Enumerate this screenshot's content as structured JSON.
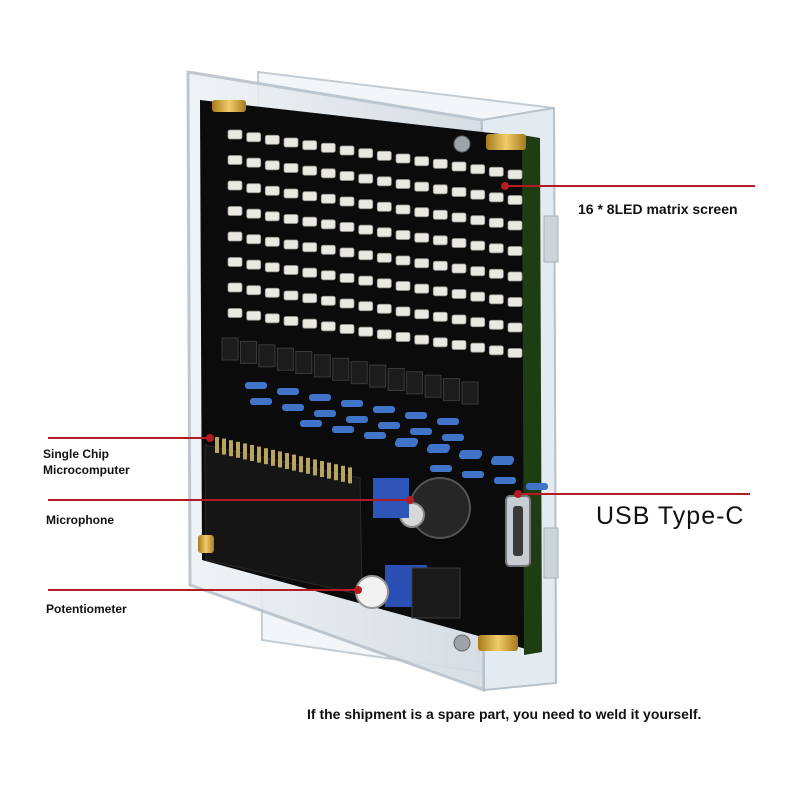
{
  "callouts": {
    "led_matrix": "16 * 8LED matrix screen",
    "chip_line1": "Single Chip",
    "chip_line2": "Microcomputer",
    "microphone": "Microphone",
    "potentiometer": "Potentiometer",
    "usb": "USB Type-C"
  },
  "footer_note": "If the shipment is a spare part, you need to weld it yourself.",
  "led_matrix_grid": {
    "rows": 8,
    "columns": 16
  },
  "colors": {
    "callout_line": "#b21c22",
    "pcb": "#0b0b0b",
    "pcb_edge": "#1f3d12",
    "led": "#e9e9e2",
    "acrylic": "#dfe6ec",
    "brass": "#d9a93a",
    "resistor": "#3f74c8",
    "text": "#111111"
  }
}
